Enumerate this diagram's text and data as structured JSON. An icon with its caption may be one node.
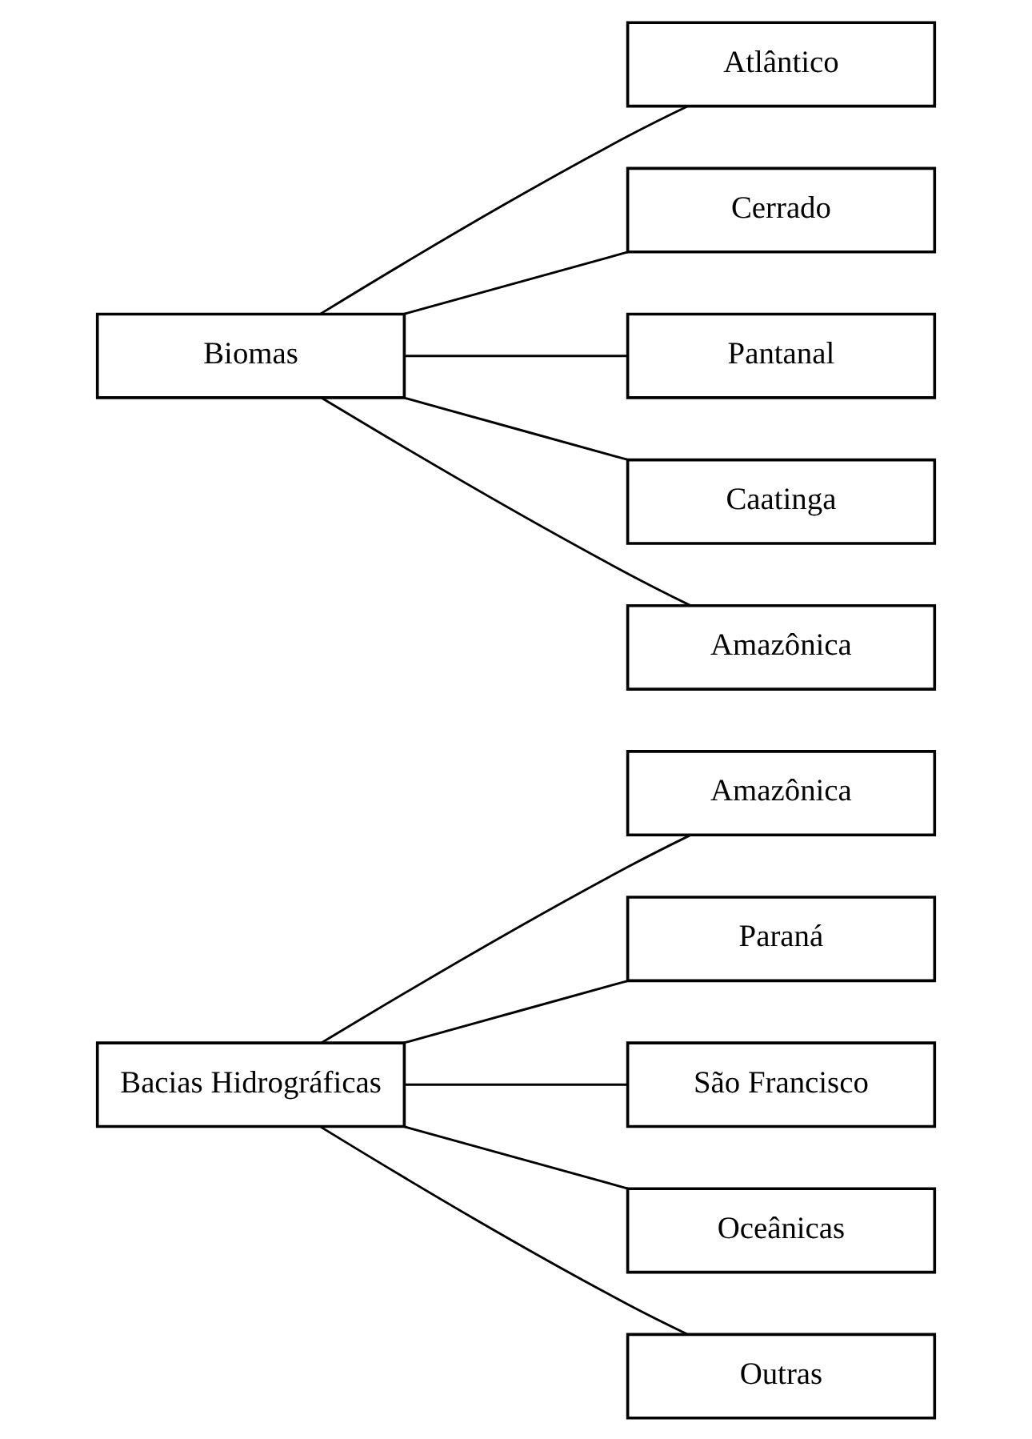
{
  "diagram": {
    "nodes": [
      {
        "text": [
          "Bacias Hidrográficas"
        ]
      },
      {
        "text": [
          "Amazônica"
        ]
      },
      {
        "text": [
          "Paraná"
        ]
      },
      {
        "text": [
          "São Francisco"
        ]
      },
      {
        "text": [
          "Oceânicas"
        ]
      },
      {
        "text": [
          "Outras"
        ]
      },
      {
        "text": [
          "Biomas"
        ]
      },
      {
        "text": [
          "Atlântico"
        ]
      },
      {
        "text": [
          "Cerrado"
        ]
      },
      {
        "text": [
          "Pantanal"
        ]
      },
      {
        "text": [
          "Caatinga"
        ]
      },
      {
        "text": [
          "Amazônica"
        ]
      }
    ],
    "edges": [
      {
        "from": 0,
        "to": 1,
        "arrow": "none"
      },
      {
        "from": 0,
        "to": 2,
        "arrow": "none"
      },
      {
        "from": 0,
        "to": 3,
        "arrow": "none"
      },
      {
        "from": 0,
        "to": 4,
        "arrow": "none"
      },
      {
        "from": 0,
        "to": 5,
        "arrow": "none"
      },
      {
        "from": 6,
        "to": 7,
        "arrow": "none"
      },
      {
        "from": 6,
        "to": 8,
        "arrow": "none"
      },
      {
        "from": 6,
        "to": 9,
        "arrow": "none"
      },
      {
        "from": 6,
        "to": 10,
        "arrow": "none"
      },
      {
        "from": 6,
        "to": 11,
        "arrow": "none"
      }
    ]
  }
}
